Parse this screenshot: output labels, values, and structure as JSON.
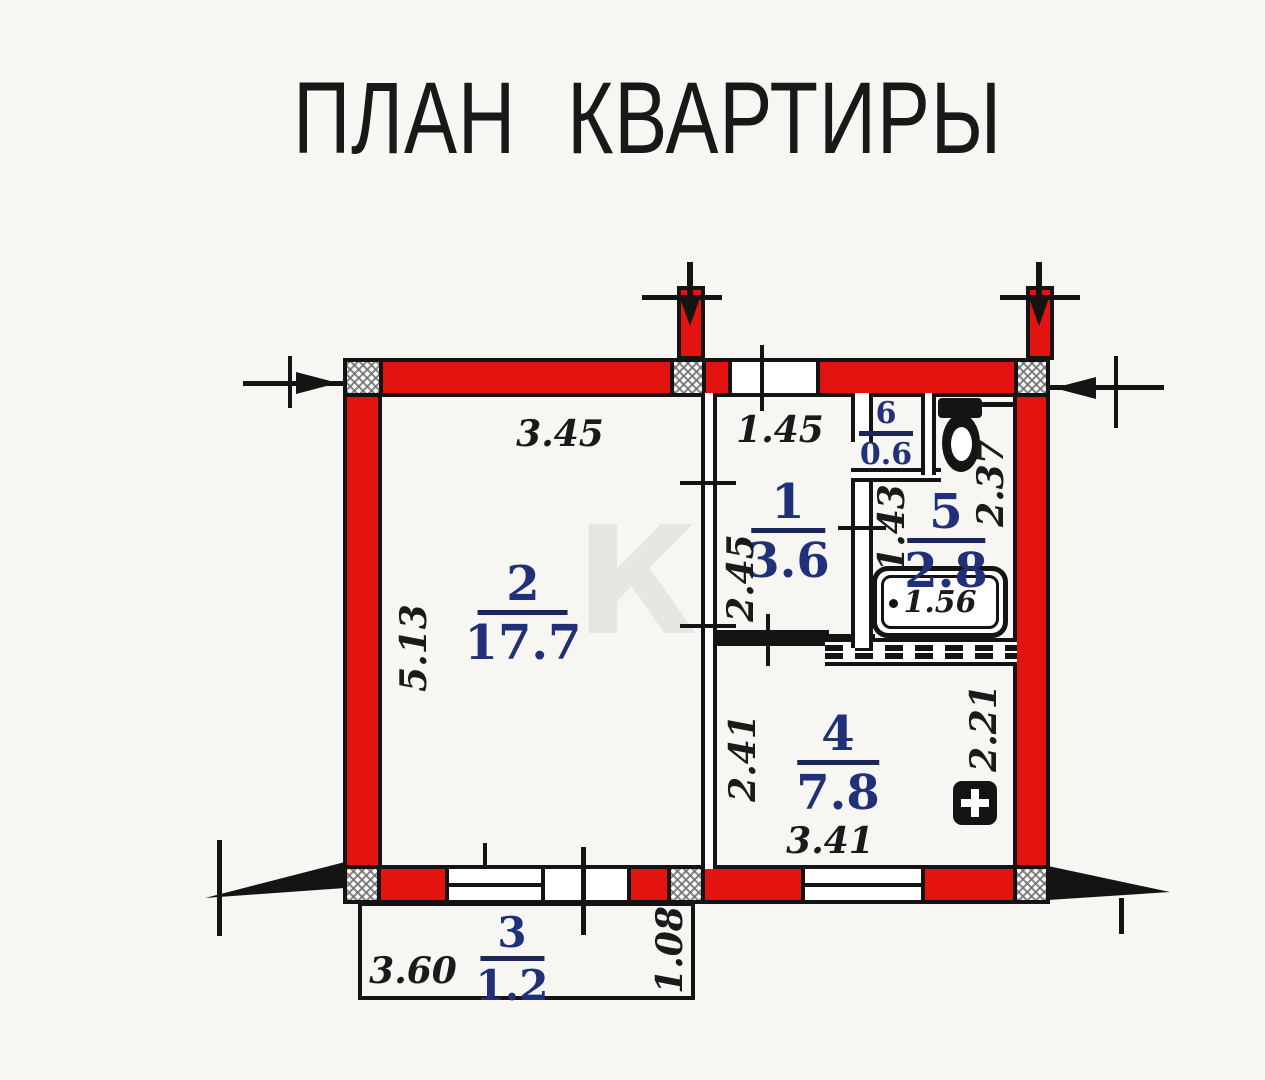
{
  "title": "ПЛАН КВАРТИРЫ",
  "watermark": "К",
  "rooms": {
    "living": {
      "number": "2",
      "area": "17.7"
    },
    "hall": {
      "number": "1",
      "area": "3.6"
    },
    "closet": {
      "number": "6",
      "area": "0.6"
    },
    "bath": {
      "number": "5",
      "area": "2.8"
    },
    "kitchen": {
      "number": "4",
      "area": "7.8"
    },
    "balcony": {
      "number": "3",
      "area": "1.2"
    }
  },
  "dims": {
    "living_width": "3.45",
    "living_height": "5.13",
    "hall_width": "1.45",
    "hall_height": "2.45",
    "bath_width": "1.43",
    "bath_height": "2.37",
    "tub_length": "1.56",
    "kitchen_height_left": "2.41",
    "kitchen_height_right": "2.21",
    "kitchen_width": "3.41",
    "balcony_width": "3.60",
    "balcony_depth": "1.08"
  },
  "colors": {
    "wall": "#e31410",
    "labels": "#203079",
    "lines": "#141414",
    "paper": "#f7f6f2"
  },
  "icons": {
    "toilet": "toilet-icon",
    "bathtub": "bathtub-icon",
    "stove": "stove-icon"
  }
}
